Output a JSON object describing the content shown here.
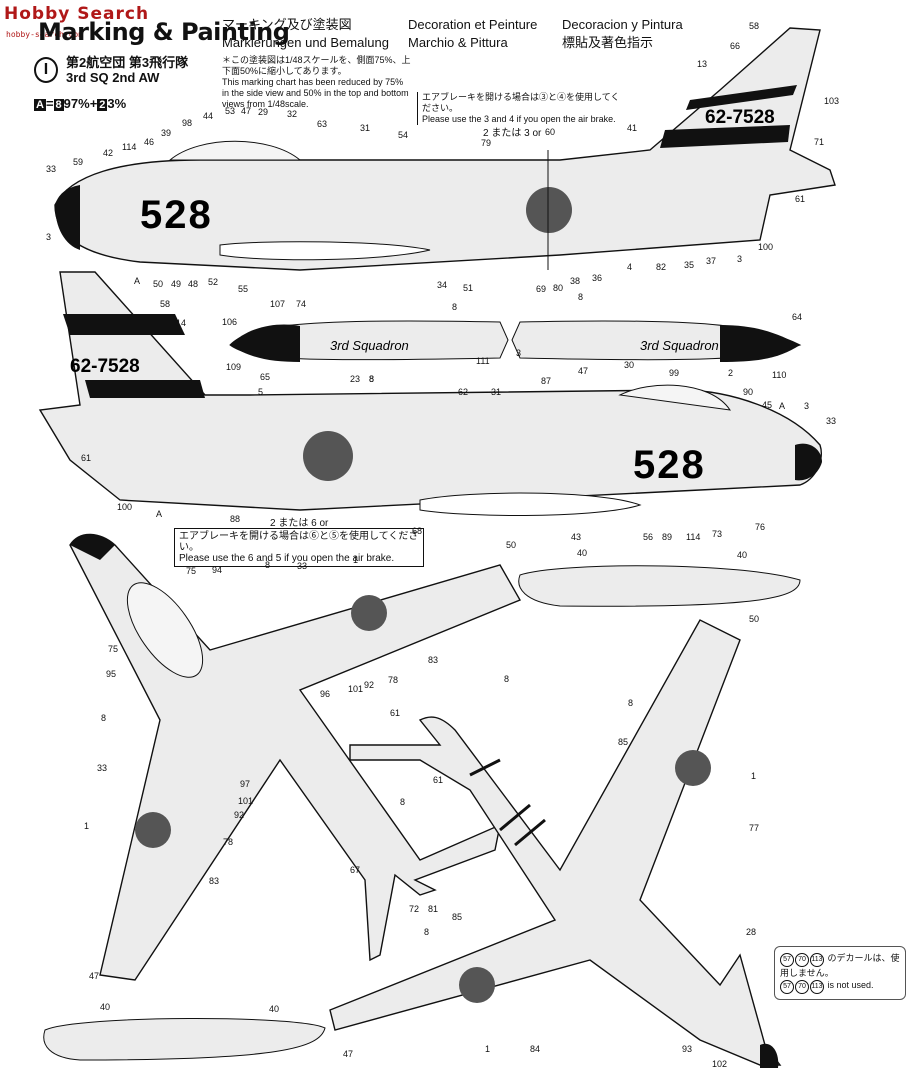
{
  "watermark": {
    "brand": "Hobby Search",
    "site": "hobby-search.com"
  },
  "header": {
    "title": "Marking & Painting",
    "lang_jp": "マーキング及び塗装図",
    "lang_de": "Markierungen und Bemalung",
    "lang_fr": "Decoration et Peinture",
    "lang_it": "Marchio & Pittura",
    "lang_es": "Decoracion y Pintura",
    "lang_cn": "標貼及著色指示"
  },
  "unit": {
    "badge": "I",
    "line_jp": "第2航空団 第3飛行隊",
    "line_en": "3rd SQ 2nd AW"
  },
  "scale_note": {
    "jp": "＊この塗装図は1/48スケールを、側面75%、上下面50%に縮小してあります。",
    "en": "This marking chart has been reduced by 75% in the side view and 50% in the top and bottom views from 1/48scale."
  },
  "color_mix": {
    "a": "A",
    "eq": "=",
    "c1": "8",
    "p1": "97%",
    "plus": "+",
    "c2": "2",
    "p2": "3%"
  },
  "airbrake_note_top": {
    "jp": "エアブレーキを開ける場合は③と④を使用してください。",
    "en": "Please use the 3 and 4 if you open the air brake.",
    "choice": "2 または 3 or"
  },
  "airbrake_note_mid": {
    "jp": "エアブレーキを開ける場合は⑥と⑤を使用してください。",
    "en": "Please use the 6 and 5 if you open the air brake.",
    "choice": "2 または 6 or"
  },
  "aircraft": {
    "serial": "62-7528",
    "nose_number": "528",
    "squadron_script": "3rd Squadron"
  },
  "decal_numbers_top": [
    "33",
    "59",
    "42",
    "114",
    "46",
    "39",
    "98",
    "44",
    "53",
    "47",
    "29",
    "32",
    "63",
    "31",
    "54",
    "79",
    "60",
    "41",
    "58",
    "66",
    "13",
    "103",
    "71",
    "61",
    "100",
    "82",
    "35",
    "37",
    "3",
    "4",
    "36",
    "38",
    "80",
    "69",
    "51",
    "34",
    "55",
    "52",
    "48",
    "49",
    "50",
    "3",
    "A"
  ],
  "side_upper_numbers": [
    "107",
    "74",
    "106",
    "109",
    "65",
    "23",
    "8",
    "111",
    "3",
    "2",
    "110",
    "64",
    "8",
    "8",
    "8"
  ],
  "decal_numbers_side2": [
    "58",
    "14",
    "5",
    "62",
    "31",
    "87",
    "47",
    "30",
    "99",
    "90",
    "45",
    "A",
    "3",
    "33",
    "61",
    "100",
    "A",
    "88",
    "68",
    "43",
    "56",
    "89",
    "114",
    "73",
    "76",
    "40",
    "40"
  ],
  "decal_numbers_plan": [
    "50",
    "75",
    "94",
    "8",
    "33",
    "1",
    "83",
    "78",
    "92",
    "101",
    "96",
    "75",
    "95",
    "8",
    "33",
    "97",
    "101",
    "92",
    "1",
    "78",
    "83",
    "47",
    "40",
    "40",
    "8",
    "61",
    "61",
    "8",
    "67",
    "72",
    "81",
    "8",
    "85",
    "1",
    "84",
    "47",
    "50",
    "8",
    "85",
    "1",
    "77",
    "28",
    "93",
    "102"
  ],
  "unused_note": {
    "codes": [
      "57",
      "70",
      "113"
    ],
    "jp": "のデカールは、使用しません。",
    "en": "is not used."
  }
}
